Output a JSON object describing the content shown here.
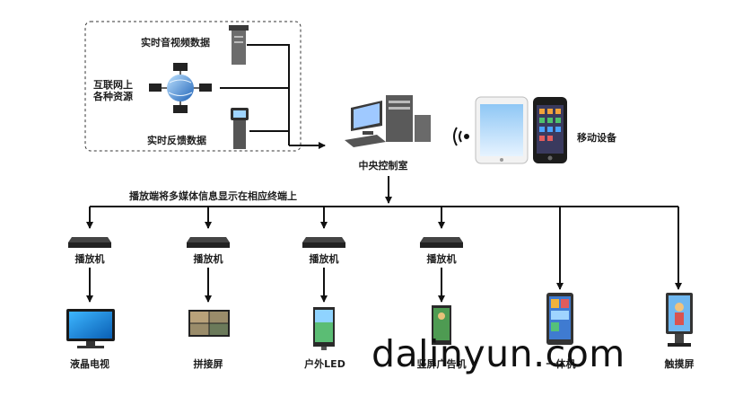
{
  "sources": {
    "realtime_av": "实时音视频数据",
    "internet_line1": "互联网上",
    "internet_line2": "各种资源",
    "realtime_feedback": "实时反馈数据"
  },
  "control_room": "中央控制室",
  "mobile_devices": "移动设备",
  "broadcast_text": "播放端将多媒体信息显示在相应终端上",
  "players": [
    "播放机",
    "播放机",
    "播放机",
    "播放机"
  ],
  "terminals": [
    "液晶电视",
    "拼接屏",
    "户外LED",
    "竖屏广告机",
    "一体机",
    "触摸屏"
  ],
  "watermark": "dalinyun.com"
}
